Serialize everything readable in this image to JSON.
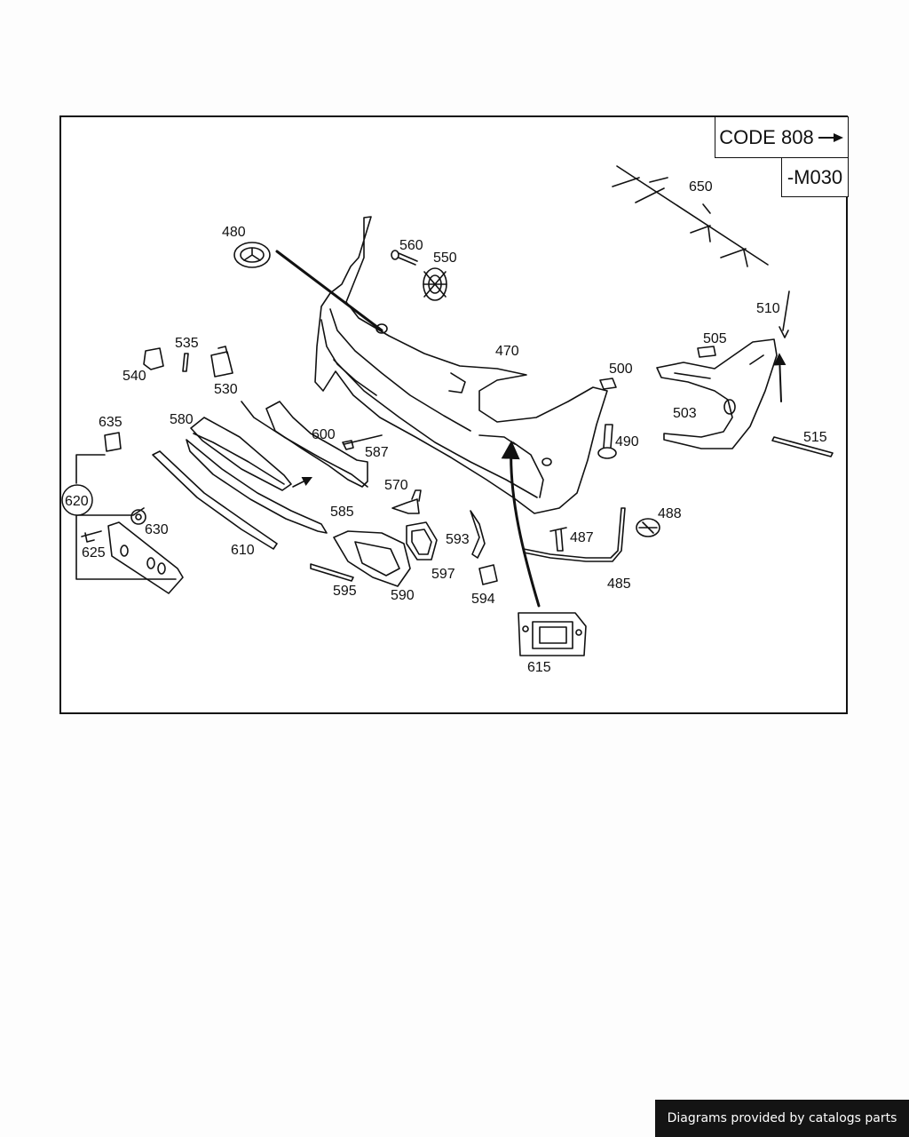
{
  "header": {
    "code_label": "CODE 808",
    "arrow_icon": "arrow-right-icon",
    "variant": "-M030"
  },
  "callouts": {
    "c470": "470",
    "c480": "480",
    "c485": "485",
    "c487": "487",
    "c488": "488",
    "c490": "490",
    "c500": "500",
    "c503": "503",
    "c505": "505",
    "c510": "510",
    "c515": "515",
    "c530": "530",
    "c535": "535",
    "c540": "540",
    "c550": "550",
    "c560": "560",
    "c570": "570",
    "c580": "580",
    "c585": "585",
    "c587": "587",
    "c590": "590",
    "c593": "593",
    "c594": "594",
    "c595": "595",
    "c597": "597",
    "c600": "600",
    "c610": "610",
    "c615": "615",
    "c620": "620",
    "c625": "625",
    "c630": "630",
    "c635": "635",
    "c650": "650"
  },
  "footer": {
    "credit": "Diagrams provided by catalogs parts"
  },
  "colors": {
    "line": "#111111",
    "background": "#ffffff",
    "footer_bg": "#141414"
  }
}
